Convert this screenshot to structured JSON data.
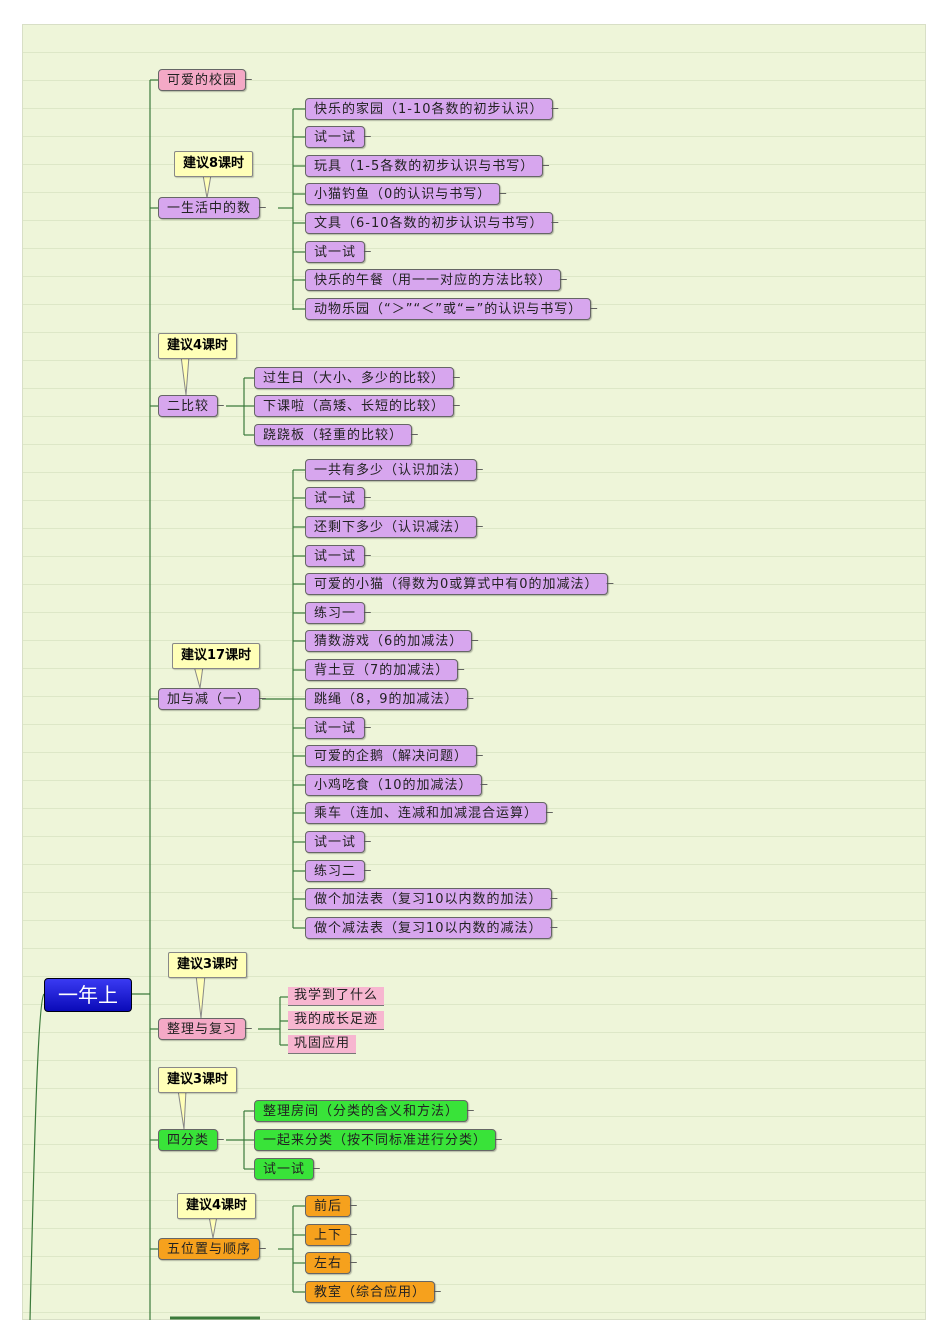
{
  "root": "一年上",
  "top_item": "可爱的校园",
  "notes": [
    "建议8课时",
    "建议4课时",
    "建议17课时",
    "建议3课时",
    "建议3课时",
    "建议4课时"
  ],
  "ch1": {
    "title": "一生活中的数",
    "items": [
      "快乐的家园（1-10各数的初步认识）",
      "试一试",
      "玩具（1-5各数的初步认识与书写）",
      "小猫钓鱼（0的认识与书写）",
      "文具（6-10各数的初步认识与书写）",
      "试一试",
      "快乐的午餐（用一一对应的方法比较）",
      "动物乐园（“＞”“＜”或“=”的认识与书写）"
    ]
  },
  "ch2": {
    "title": "二比较",
    "items": [
      "过生日（大小、多少的比较）",
      "下课啦（高矮、长短的比较）",
      "跷跷板（轻重的比较）"
    ]
  },
  "ch3": {
    "title": "加与减（一）",
    "items": [
      "一共有多少（认识加法）",
      "试一试",
      "还剩下多少（认识减法）",
      "试一试",
      "可爱的小猫（得数为0或算式中有0的加减法）",
      "练习一",
      "猜数游戏（6的加减法）",
      "背土豆（7的加减法）",
      "跳绳（8，9的加减法）",
      "试一试",
      "可爱的企鹅（解决问题）",
      "小鸡吃食（10的加减法）",
      "乘车（连加、连减和加减混合运算）",
      "试一试",
      "练习二",
      "做个加法表（复习10以内数的加法）",
      "做个减法表（复习10以内数的减法）"
    ]
  },
  "ch4": {
    "title": "整理与复习",
    "items": [
      "我学到了什么",
      "我的成长足迹",
      "巩固应用"
    ]
  },
  "ch5": {
    "title": "四分类",
    "items": [
      "整理房间（分类的含义和方法）",
      "一起来分类（按不同标准进行分类）",
      "试一试"
    ]
  },
  "ch6": {
    "title": "五位置与顺序",
    "items": [
      "前后",
      "上下",
      "左右",
      "教室（综合应用）"
    ]
  },
  "colors": {
    "purple": "#d7a6ee",
    "pink": "#f4a9c6",
    "green": "#39e339",
    "orange": "#f6a11d",
    "note": "#ffffb8",
    "root": "#1212d0",
    "line": "#3b7a3b"
  }
}
